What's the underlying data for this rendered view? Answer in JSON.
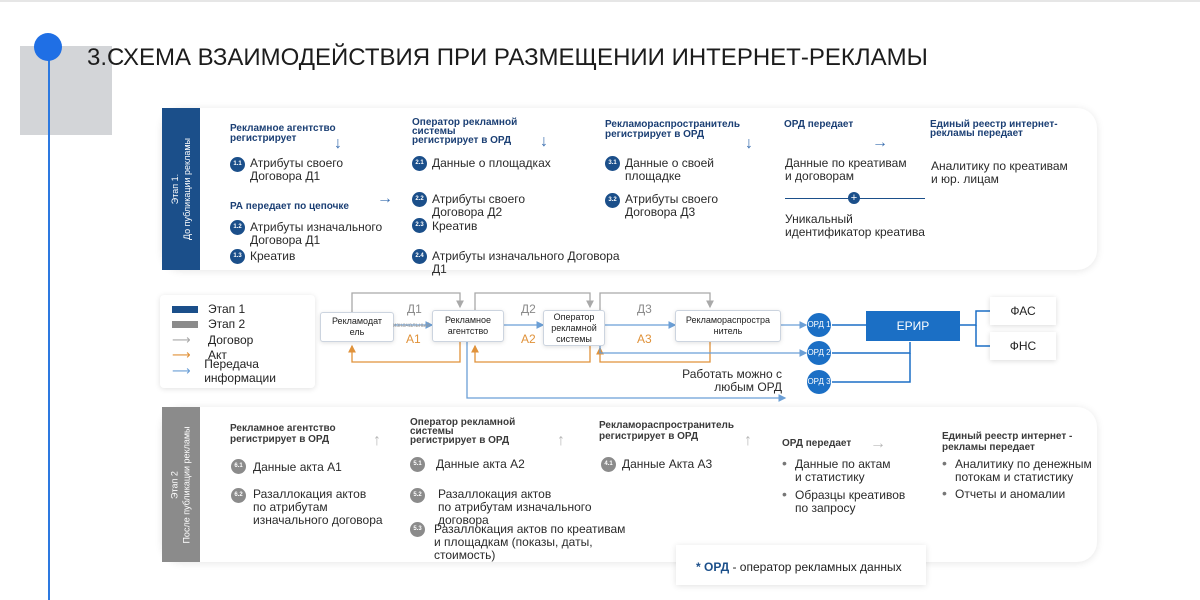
{
  "title": "3.СХЕМА ВЗАИМОДЕЙСТВИЯ ПРИ РАЗМЕЩЕНИИ ИНТЕРНЕТ-РЕКЛАМЫ",
  "stage1": {
    "sidebar_line1": "Этап 1.",
    "sidebar_line2": "До публикации рекламы",
    "col1": {
      "header": "Рекламное агентство\nрегистрирует",
      "items": [
        {
          "badge": "1.1",
          "text": "Атрибуты своего\nДоговора Д1"
        }
      ],
      "subheader": "РА передает по цепочке",
      "subitems": [
        {
          "badge": "1.2",
          "text": "Атрибуты изначального\nДоговора Д1"
        },
        {
          "badge": "1.3",
          "text": "Креатив"
        }
      ]
    },
    "col2": {
      "header": "Оператор рекламной\nсистемы\nрегистрирует в ОРД",
      "items": [
        {
          "badge": "2.1",
          "text": "Данные о площадках"
        },
        {
          "badge": "2.2",
          "text": "Атрибуты своего\nДоговора Д2"
        },
        {
          "badge": "2.3",
          "text": "Креатив"
        },
        {
          "badge": "2.4",
          "text": "Атрибуты изначального Договора\nД1"
        }
      ]
    },
    "col3": {
      "header": "Рекламораспространитель\nрегистрирует в ОРД",
      "items": [
        {
          "badge": "3.1",
          "text": "Данные о своей\nплощадке"
        },
        {
          "badge": "3.2",
          "text": "Атрибуты своего\nДоговора Д3"
        }
      ]
    },
    "col4": {
      "header": "ОРД передает",
      "text1": "Данные по креативам\nи договорам",
      "text2": "Уникальный\nидентификатор креатива"
    },
    "col5": {
      "header": "Единый реестр интернет-\nрекламы передает",
      "text": "Аналитику по креативам\nи юр. лицам"
    }
  },
  "legend": {
    "stage1": "Этап 1",
    "stage2": "Этап 2",
    "contract": "Договор",
    "act": "Акт",
    "info": "Передача информации",
    "color_stage1": "#1b4f8a",
    "color_stage2": "#8b8b8b",
    "color_contract": "#a9a9a9",
    "color_act": "#e0923a",
    "color_info": "#6b9fd6"
  },
  "flow": {
    "advertiser": "Рекламодат\nель",
    "agency": "Рекламное\nагентство",
    "operator": "Оператор\nрекламной\nсистемы",
    "distributor": "Рекламораспростра\nнитель",
    "small_note": "изначальный",
    "d1": "Д1",
    "d2": "Д2",
    "d3": "Д3",
    "a1": "А1",
    "a2": "А2",
    "a3": "А3",
    "ord1": "ОРД 1",
    "ord2": "ОРД 2",
    "ord3": "ОРД 3",
    "erir": "ЕРИР",
    "fas": "ФАС",
    "fns": "ФНС",
    "any_ord": "Работать можно с\nлюбым ОРД"
  },
  "stage2": {
    "sidebar_line1": "Этап 2",
    "sidebar_line2": "После публикации рекламы",
    "col1": {
      "header": "Рекламное агентство\nрегистрирует в ОРД",
      "items": [
        {
          "badge": "6.1",
          "text": "Данные акта А1"
        },
        {
          "badge": "6.2",
          "text": "Разаллокация актов\nпо атрибутам\nизначального договора"
        }
      ]
    },
    "col2": {
      "header": "Оператор рекламной\nсистемы\nрегистрирует в ОРД",
      "items": [
        {
          "badge": "5.1",
          "text": "Данные акта А2"
        },
        {
          "badge": "5.2",
          "text": "Разаллокация актов\nпо атрибутам изначального\nдоговора"
        },
        {
          "badge": "5.3",
          "text": "Разаллокация актов по креативам\nи площадкам (показы, даты,\nстоимость)"
        }
      ]
    },
    "col3": {
      "header": "Рекламораспространитель\nрегистрирует в ОРД",
      "items": [
        {
          "badge": "4.1",
          "text": "Данные Акта А3"
        }
      ]
    },
    "col4": {
      "header": "ОРД передает",
      "bullets": [
        "Данные по актам\nи статистику",
        "Образцы креативов\nпо запросу"
      ]
    },
    "col5": {
      "header": "Единый реестр интернет -\nрекламы передает",
      "bullets": [
        "Аналитику по денежным\nпотокам и статистику",
        "Отчеты и аномалии"
      ]
    }
  },
  "footnote": {
    "term": "* ОРД",
    "definition": " - оператор рекламных данных"
  }
}
